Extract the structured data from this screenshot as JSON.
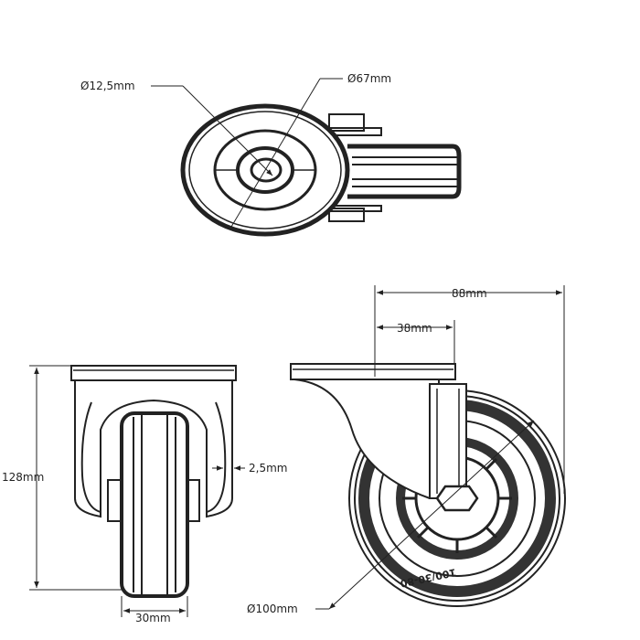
{
  "dimensions": {
    "axle_diameter": "Ø12,5mm",
    "plate_diameter": "Ø67mm",
    "total_offset": "88mm",
    "swivel_offset": "38mm",
    "height": "128mm",
    "gap": "2,5mm",
    "wheel_width": "30mm",
    "wheel_diameter": "Ø100mm"
  },
  "tire_marking": "100/30-80",
  "colors": {
    "line": "#222222",
    "tire": "#333333",
    "background": "#ffffff"
  }
}
